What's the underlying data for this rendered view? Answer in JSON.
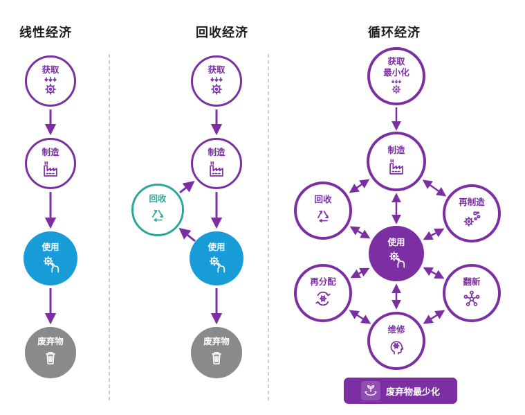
{
  "colors": {
    "purple": "#7b2fa3",
    "blue": "#189cd8",
    "teal": "#2aa79b",
    "gray": "#8a8a8d",
    "divider": "#bdbdbd",
    "titleText": "#1d1d1f"
  },
  "linear": {
    "title": "线性经济",
    "acquire": "获取",
    "manufacture": "制造",
    "use": "使用",
    "waste": "废弃物"
  },
  "recycling": {
    "title": "回收经济",
    "acquire": "获取",
    "manufacture": "制造",
    "recycle": "回收",
    "use": "使用",
    "waste": "废弃物"
  },
  "circular": {
    "title": "循环经济",
    "acquire_line1": "获取",
    "acquire_line2": "最小化",
    "manufacture": "制造",
    "recycle": "回收",
    "remanufacture": "再制造",
    "use": "使用",
    "redistribute": "再分配",
    "refurbish": "翻新",
    "repair": "维修",
    "banner": "废弃物最少化"
  },
  "icons": {
    "acquire": "gear-with-down-arrows-icon",
    "manufacture": "factory-icon",
    "use": "hand-click-gear-icon",
    "waste": "trash-can-icon",
    "recycle": "recycle-arrows-icon",
    "remanufacture": "gear-disassemble-icon",
    "redistribute": "circular-arrows-gear-icon",
    "refurbish": "network-nodes-icon",
    "repair": "head-with-gear-icon",
    "banner": "hands-holding-plant-icon"
  }
}
